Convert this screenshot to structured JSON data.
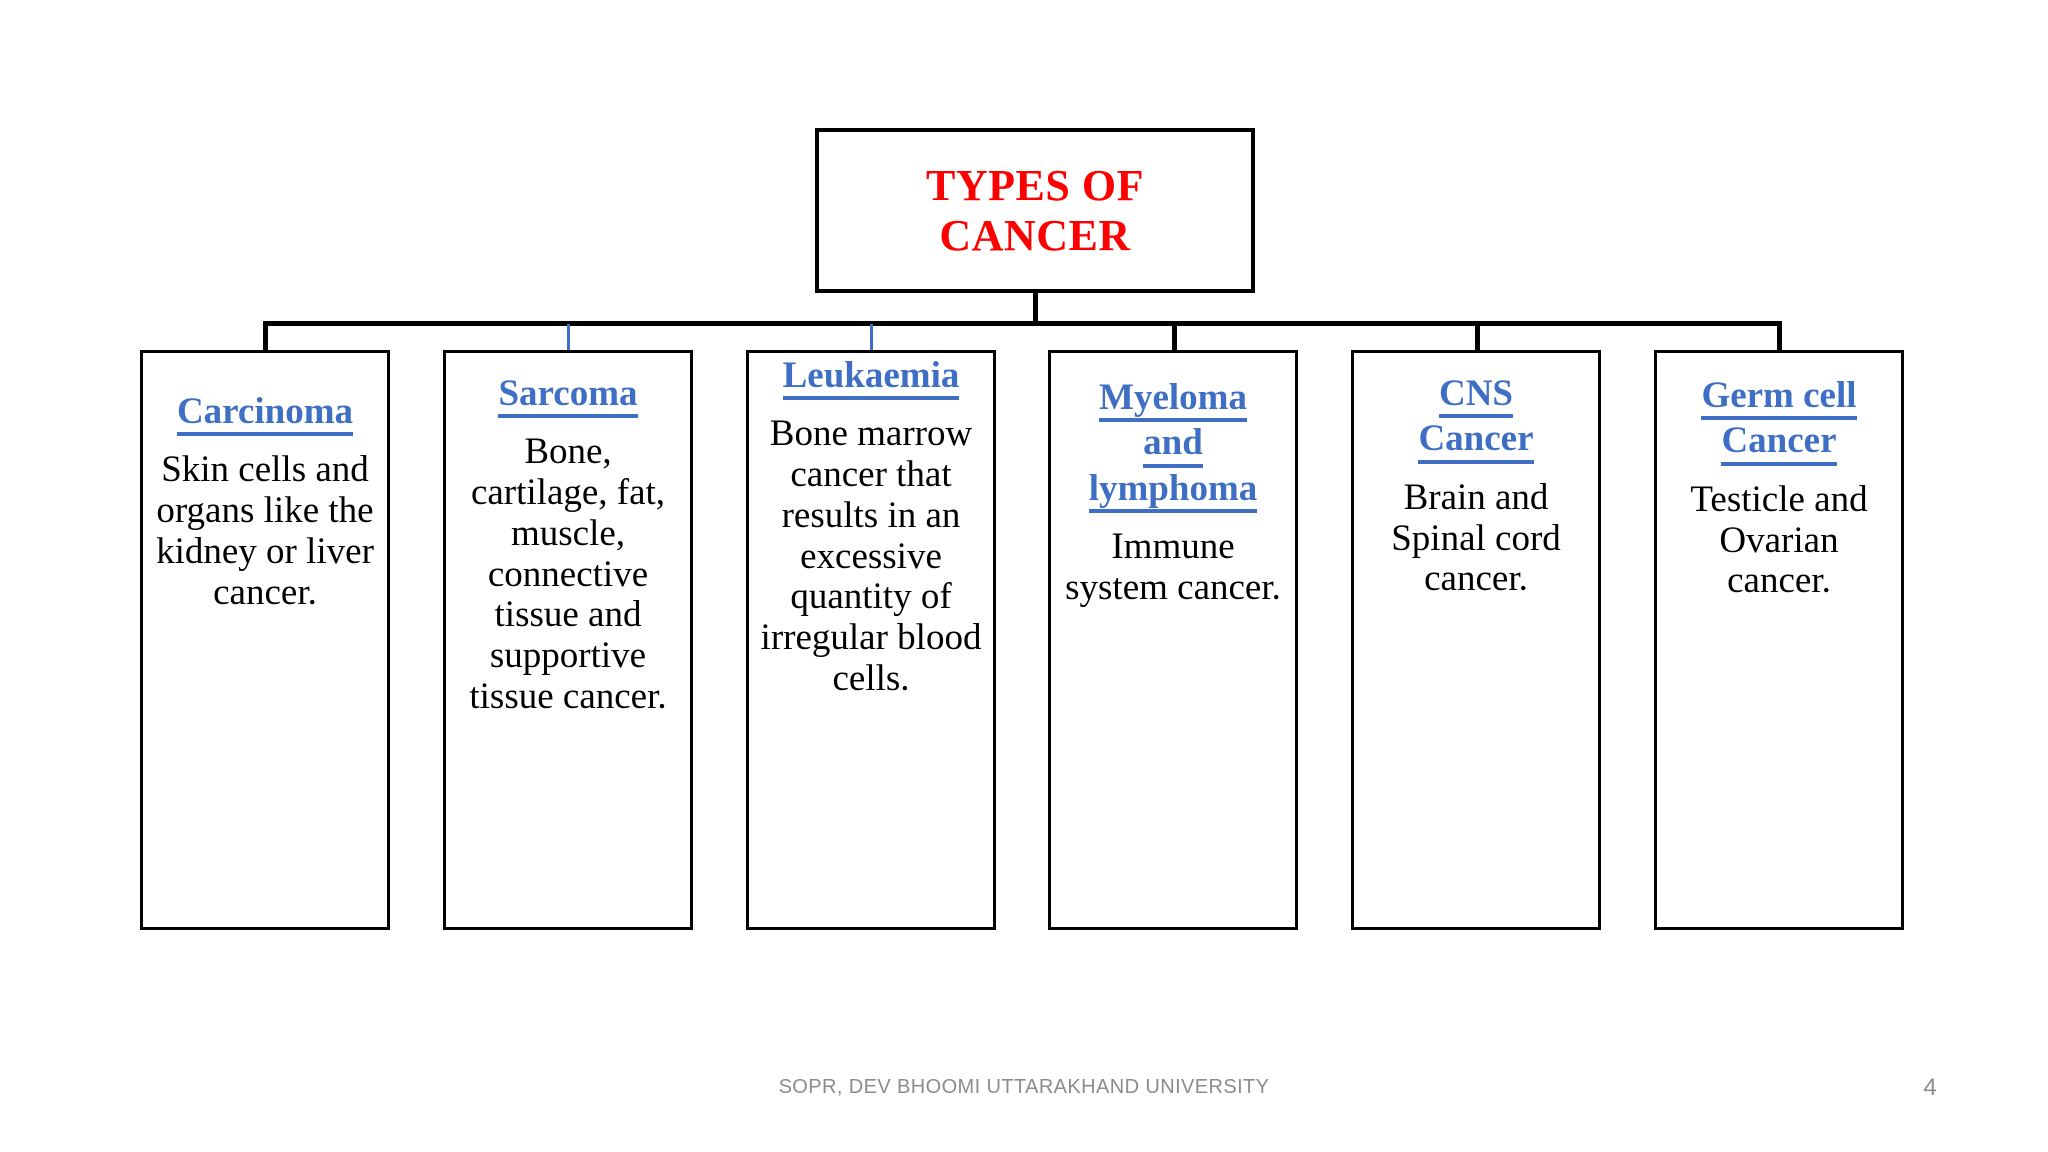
{
  "slide": {
    "background_color": "#FFFFFF",
    "page_number": "4",
    "footer": "SOPR, DEV BHOOMI UTTARAKHAND UNIVERSITY"
  },
  "colors": {
    "title_red": "#FF0000",
    "heading_blue": "#3F6FC4",
    "body_black": "#000000",
    "border_black": "#000000",
    "footer_grey": "#8C8C8C"
  },
  "root": {
    "title": "TYPES OF\nCANCER"
  },
  "children": [
    {
      "heading_lines": [
        "Carcinoma"
      ],
      "body": "Skin cells and organs like the kidney or liver cancer."
    },
    {
      "heading_lines": [
        "Sarcoma"
      ],
      "body": "Bone, cartilage, fat, muscle, connective tissue and supportive tissue cancer."
    },
    {
      "heading_lines": [
        "Leukaemia"
      ],
      "body": "Bone marrow cancer that results in an excessive quantity of irregular blood cells."
    },
    {
      "heading_lines": [
        "Myeloma",
        "and",
        "lymphoma"
      ],
      "body": "Immune system cancer."
    },
    {
      "heading_lines": [
        "CNS",
        "Cancer"
      ],
      "body": "Brain and Spinal cord cancer."
    },
    {
      "heading_lines": [
        "Germ cell",
        "Cancer"
      ],
      "body": "Testicle and Ovarian cancer."
    }
  ]
}
